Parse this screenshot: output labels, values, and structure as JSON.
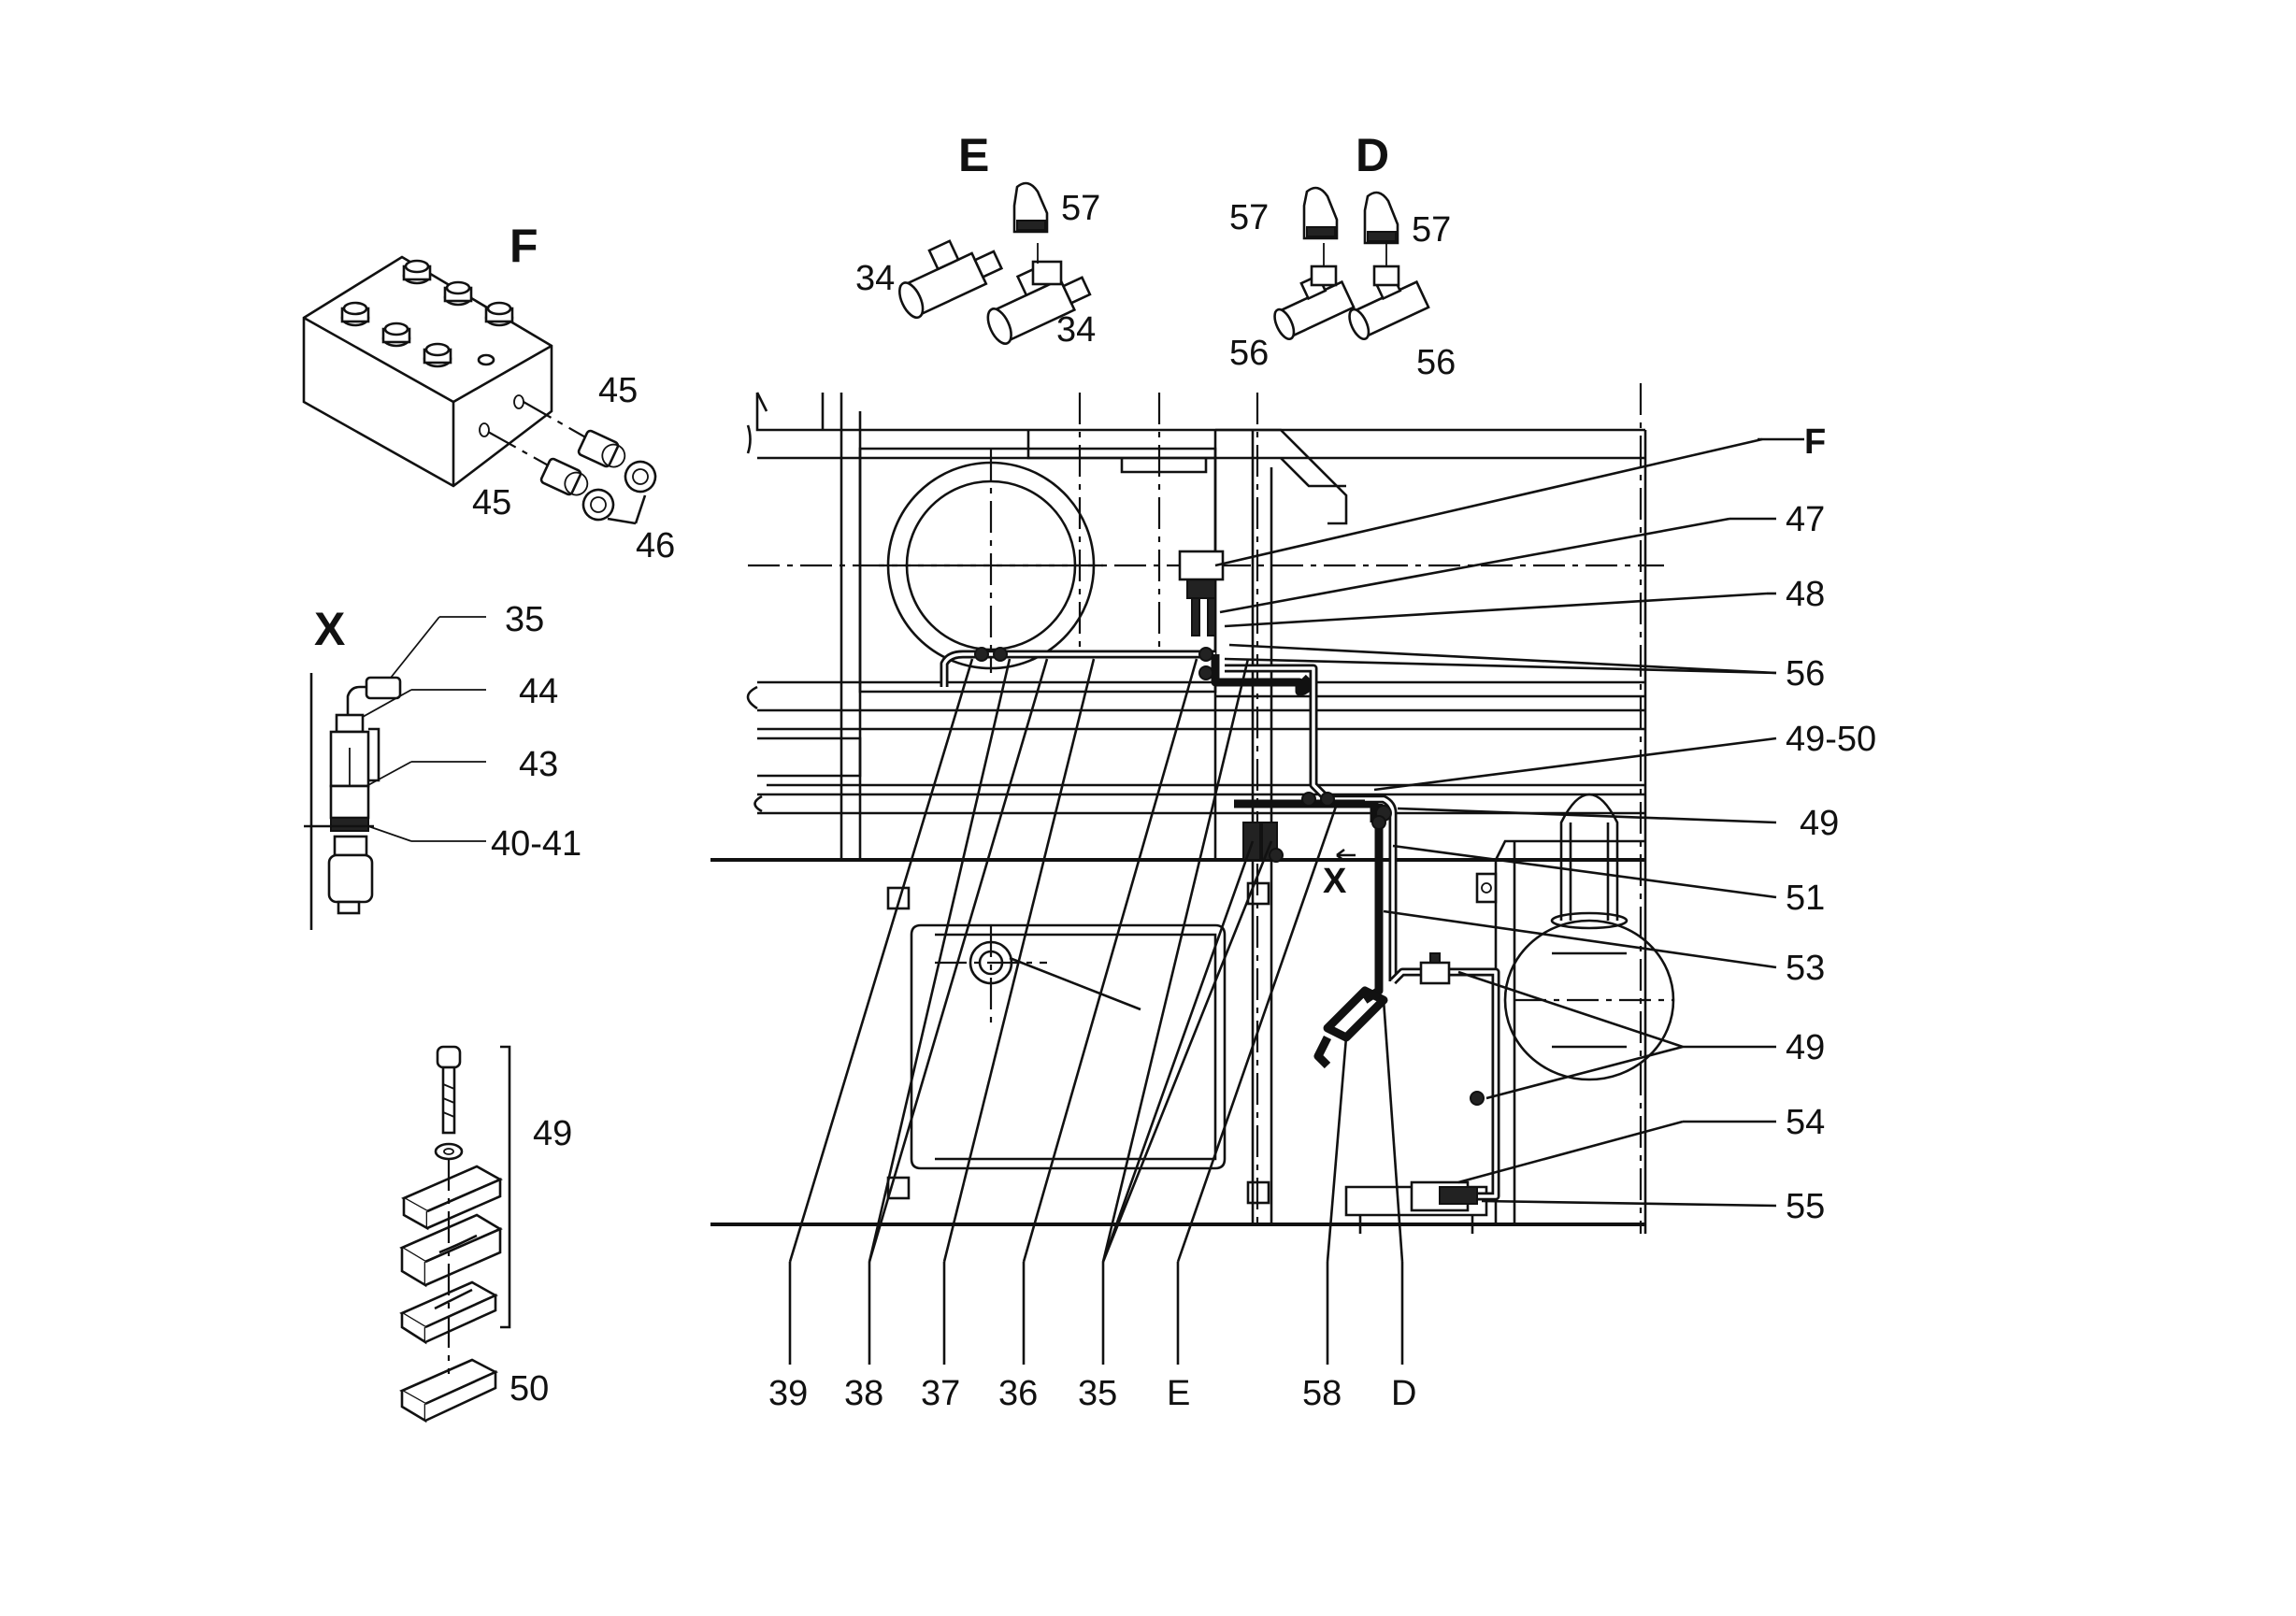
{
  "diagram": {
    "views": {
      "F": "F",
      "E": "E",
      "D": "D",
      "X": "X"
    },
    "detail_labels": {
      "e_57": "57",
      "e_34_left": "34",
      "e_34_right": "34",
      "d_57_left": "57",
      "d_57_right": "57",
      "d_56_left": "56",
      "d_56_right": "56",
      "f_45_top": "45",
      "f_45_bottom": "45",
      "f_46": "46",
      "x_35": "35",
      "x_44": "44",
      "x_43": "43",
      "x_40_41": "40-41",
      "clamp_49": "49",
      "clamp_50": "50"
    },
    "callouts_right": [
      "F",
      "47",
      "48",
      "56",
      "49-50",
      "49",
      "51",
      "53",
      "49",
      "54",
      "55"
    ],
    "callouts_bottom": [
      "39",
      "38",
      "37",
      "36",
      "35",
      "E",
      "58",
      "D"
    ],
    "inline_marker": "X"
  }
}
